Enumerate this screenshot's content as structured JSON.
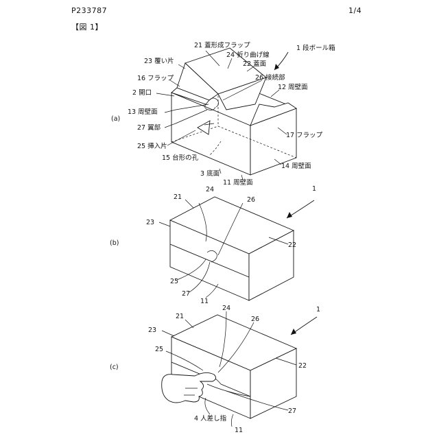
{
  "header": {
    "doc_number": "P233787",
    "page": "1/4",
    "figure_title": "【図 1】"
  },
  "panels": {
    "a": {
      "label": "(a)"
    },
    "b": {
      "label": "(b)"
    },
    "c": {
      "label": "(c)"
    }
  },
  "labels_a": {
    "l21": "21 蓋形成フラップ",
    "l1": "1 段ボール箱",
    "l24": "24 折り曲げ線",
    "l23": "23 覆い片",
    "l22": "22 蓋面",
    "l16": "16 フラップ",
    "l26": "26 接続部",
    "l12": "12 周壁面",
    "l2": "2 開口",
    "l13": "13 周壁面",
    "l27": "27 翼部",
    "l17": "17 フラップ",
    "l25": "25 挿入片",
    "l15": "15 台形の孔",
    "l14": "14 周壁面",
    "l3": "3 底面",
    "l11": "11 周壁面"
  },
  "labels_b": {
    "n24": "24",
    "n21": "21",
    "n1": "1",
    "n26": "26",
    "n23": "23",
    "n22": "22",
    "n25": "25",
    "n27": "27",
    "n11": "11"
  },
  "labels_c": {
    "n24": "24",
    "n21": "21",
    "n26": "26",
    "n1": "1",
    "n23": "23",
    "n25": "25",
    "n22": "22",
    "n27": "27",
    "n4": "4 人差し指",
    "n11": "11"
  }
}
